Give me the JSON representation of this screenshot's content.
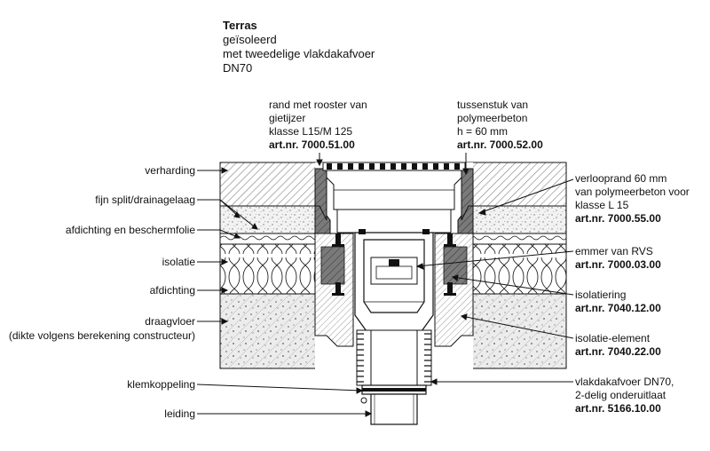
{
  "title": {
    "heading": "Terras",
    "line1": "geïsoleerd",
    "line2": "met tweedelige vlakdakafvoer",
    "line3": "DN70"
  },
  "top_labels": {
    "rim": {
      "lines": [
        "rand met rooster van",
        "gietijzer",
        "klasse L15/M 125"
      ],
      "art": "art.nr. 7000.51.00"
    },
    "intermediate": {
      "lines": [
        "tussenstuk van",
        "polymeerbeton",
        "h = 60 mm"
      ],
      "art": "art.nr. 7000.52.00"
    }
  },
  "left_labels": {
    "verharding": "verharding",
    "split": "fijn split/drainagelaag",
    "afdichting_folie": "afdichting en beschermfolie",
    "isolatie": "isolatie",
    "afdichting": "afdichting",
    "draagvloer": "draagvloer",
    "draagvloer_note": "(dikte volgens berekening constructeur)",
    "klemkoppeling": "klemkoppeling",
    "leiding": "leiding"
  },
  "right_labels": {
    "verlooprand": {
      "lines": [
        "verlooprand 60 mm",
        "van polymeerbeton voor",
        "klasse L 15"
      ],
      "art": "art.nr. 7000.55.00"
    },
    "emmer": {
      "lines": [
        "emmer van RVS"
      ],
      "art": "art.nr. 7000.03.00"
    },
    "isolatiering": {
      "lines": [
        "isolatiering"
      ],
      "art": "art.nr. 7040.12.00"
    },
    "isolatie_element": {
      "lines": [
        "isolatie-element"
      ],
      "art": "art.nr. 7040.22.00"
    },
    "vlakdakafvoer": {
      "lines": [
        "vlakdakafvoer DN70,",
        "2-delig onderuitlaat"
      ],
      "art": "art.nr. 5166.10.00"
    }
  }
}
